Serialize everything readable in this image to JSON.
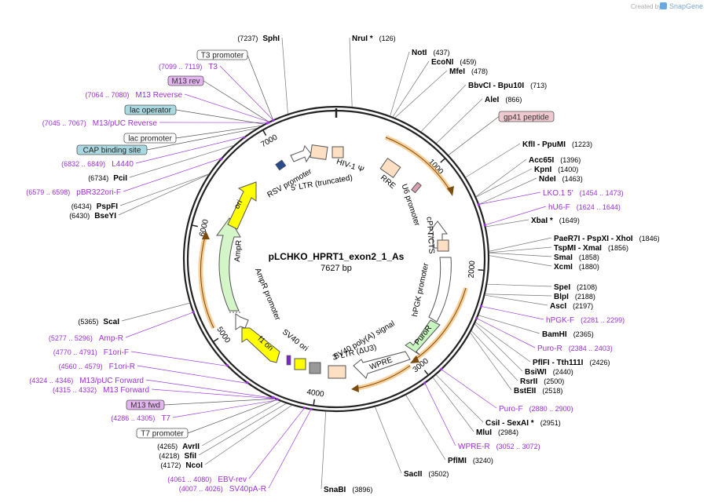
{
  "brand": {
    "created_by": "Created by",
    "name": "SnapGene"
  },
  "plasmid": {
    "name": "pLCHKO_HPRT1_exon2_1_As",
    "length_label": "7627 bp",
    "length": 7627
  },
  "ticks": [
    {
      "bp": 1000,
      "label": "1000"
    },
    {
      "bp": 2000,
      "label": "2000"
    },
    {
      "bp": 3000,
      "label": "3000"
    },
    {
      "bp": 4000,
      "label": "4000"
    },
    {
      "bp": 5000,
      "label": "5000"
    },
    {
      "bp": 6000,
      "label": "6000"
    },
    {
      "bp": 7000,
      "label": "7000"
    }
  ],
  "enzymes": [
    {
      "name": "SphI",
      "pos": "(7237)",
      "side": "left"
    },
    {
      "name": "NruI *",
      "pos": "(126)",
      "side": "right"
    },
    {
      "name": "NotI",
      "pos": "(437)",
      "side": "right"
    },
    {
      "name": "EcoNI",
      "pos": "(459)",
      "side": "right"
    },
    {
      "name": "MfeI",
      "pos": "(478)",
      "side": "right"
    },
    {
      "name": "BbvCI  - Bpu10I",
      "pos": "(713)",
      "side": "right"
    },
    {
      "name": "AleI",
      "pos": "(866)",
      "side": "right"
    },
    {
      "name": "KflI  - PpuMI",
      "pos": "(1223)",
      "side": "right"
    },
    {
      "name": "Acc65I",
      "pos": "(1396)",
      "side": "right"
    },
    {
      "name": "KpnI",
      "pos": "(1400)",
      "side": "right"
    },
    {
      "name": "NdeI",
      "pos": "(1463)",
      "side": "right"
    },
    {
      "name": "XbaI *",
      "pos": "(1649)",
      "side": "right"
    },
    {
      "name": "PaeR7I  - PspXI  - XhoI",
      "pos": "(1846)",
      "side": "right"
    },
    {
      "name": "TspMI  - XmaI",
      "pos": "(1856)",
      "side": "right"
    },
    {
      "name": "SmaI",
      "pos": "(1858)",
      "side": "right"
    },
    {
      "name": "XcmI",
      "pos": "(1880)",
      "side": "right"
    },
    {
      "name": "SpeI",
      "pos": "(2108)",
      "side": "right"
    },
    {
      "name": "BlpI",
      "pos": "(2188)",
      "side": "right"
    },
    {
      "name": "AscI",
      "pos": "(2197)",
      "side": "right"
    },
    {
      "name": "BamHI",
      "pos": "(2365)",
      "side": "right"
    },
    {
      "name": "PflFI  - Tth111I",
      "pos": "(2426)",
      "side": "right"
    },
    {
      "name": "BsiWI",
      "pos": "(2440)",
      "side": "right"
    },
    {
      "name": "RsrII",
      "pos": "(2500)",
      "side": "right"
    },
    {
      "name": "BstEII",
      "pos": "(2518)",
      "side": "right"
    },
    {
      "name": "CsiI  - SexAI *",
      "pos": "(2951)",
      "side": "right"
    },
    {
      "name": "MluI",
      "pos": "(2984)",
      "side": "right"
    },
    {
      "name": "PflMI",
      "pos": "(3240)",
      "side": "right"
    },
    {
      "name": "SacII",
      "pos": "(3502)",
      "side": "right"
    },
    {
      "name": "SnaBI",
      "pos": "(3896)",
      "side": "right"
    },
    {
      "name": "NcoI",
      "pos": "(4172)",
      "side": "left"
    },
    {
      "name": "SfiI",
      "pos": "(4218)",
      "side": "left"
    },
    {
      "name": "AvrII",
      "pos": "(4265)",
      "side": "left"
    },
    {
      "name": "ScaI",
      "pos": "(5365)",
      "side": "left"
    },
    {
      "name": "BseYI",
      "pos": "(6430)",
      "side": "left"
    },
    {
      "name": "PspFI",
      "pos": "(6434)",
      "side": "left"
    },
    {
      "name": "PciI",
      "pos": "(6734)",
      "side": "left"
    }
  ],
  "primers": [
    {
      "name": "T3",
      "pos": "(7099 .. 7119)",
      "side": "left"
    },
    {
      "name": "M13 Reverse",
      "pos": "(7064 .. 7080)",
      "side": "left"
    },
    {
      "name": "M13/pUC Reverse",
      "pos": "(7045 .. 7067)",
      "side": "left"
    },
    {
      "name": "L4440",
      "pos": "(6832 .. 6849)",
      "side": "left"
    },
    {
      "name": "pBR322ori-F",
      "pos": "(6579 .. 6598)",
      "side": "left"
    },
    {
      "name": "LKO.1 5'",
      "pos": "(1454 .. 1473)",
      "side": "right"
    },
    {
      "name": "hU6-F",
      "pos": "(1624 .. 1644)",
      "side": "right"
    },
    {
      "name": "hPGK-F",
      "pos": "(2281 .. 2299)",
      "side": "right"
    },
    {
      "name": "Puro-R",
      "pos": "(2384 .. 2403)",
      "side": "right"
    },
    {
      "name": "Puro-F",
      "pos": "(2880 .. 2900)",
      "side": "right"
    },
    {
      "name": "WPRE-R",
      "pos": "(3052 .. 3072)",
      "side": "right"
    },
    {
      "name": "Amp-R",
      "pos": "(5277 .. 5296)",
      "side": "left"
    },
    {
      "name": "F1ori-F",
      "pos": "(4770 .. 4791)",
      "side": "left"
    },
    {
      "name": "F1ori-R",
      "pos": "(4560 .. 4579)",
      "side": "left"
    },
    {
      "name": "M13/pUC Forward",
      "pos": "(4324 .. 4346)",
      "side": "left"
    },
    {
      "name": "M13 Forward",
      "pos": "(4315 .. 4332)",
      "side": "left"
    },
    {
      "name": "T7",
      "pos": "(4286 .. 4305)",
      "side": "left"
    },
    {
      "name": "EBV-rev",
      "pos": "(4061 .. 4080)",
      "side": "left"
    },
    {
      "name": "SV40pA-R",
      "pos": "(4007 .. 4026)",
      "side": "left"
    }
  ],
  "boxed_labels": [
    {
      "name": "T3 promoter",
      "kind": "white"
    },
    {
      "name": "M13 rev",
      "kind": "purple"
    },
    {
      "name": "lac operator",
      "kind": "teal"
    },
    {
      "name": "lac promoter",
      "kind": "white"
    },
    {
      "name": "CAP binding site",
      "kind": "teal"
    },
    {
      "name": "gp41 peptide",
      "kind": "pink"
    },
    {
      "name": "M13 fwd",
      "kind": "purple"
    },
    {
      "name": "T7 promoter",
      "kind": "white"
    }
  ],
  "features": [
    {
      "label": "HIV-1 Ψ"
    },
    {
      "label": "RRE"
    },
    {
      "label": "U6 promoter"
    },
    {
      "label": "cPPT/CTS"
    },
    {
      "label": "hPGK promoter"
    },
    {
      "label": "PuroR"
    },
    {
      "label": "WPRE"
    },
    {
      "label": "3' LTR (ΔU3)"
    },
    {
      "label": "SV40 poly(A) signal"
    },
    {
      "label": "SV40 ori"
    },
    {
      "label": "f1 ori"
    },
    {
      "label": "AmpR promoter"
    },
    {
      "label": "AmpR"
    },
    {
      "label": "ori"
    },
    {
      "label": "RSV promoter"
    },
    {
      "label": "5' LTR (truncated)"
    }
  ],
  "colors": {
    "enzyme": "#000000",
    "primer": "#9b30d9",
    "primer_line": "#a040e0",
    "backbone": "#222222",
    "orange_feature": "#e8a040",
    "ampr_green": "#d4f5c8",
    "ori_yellow": "#ffff00",
    "puro_green": "#c8f5c0",
    "ltr_peach": "#fde0c4",
    "gray_arrow": "#ffffff",
    "purple_box": "#e4b4f0",
    "teal_box": "#a9d8e0",
    "pink_box": "#f0c8d0"
  }
}
